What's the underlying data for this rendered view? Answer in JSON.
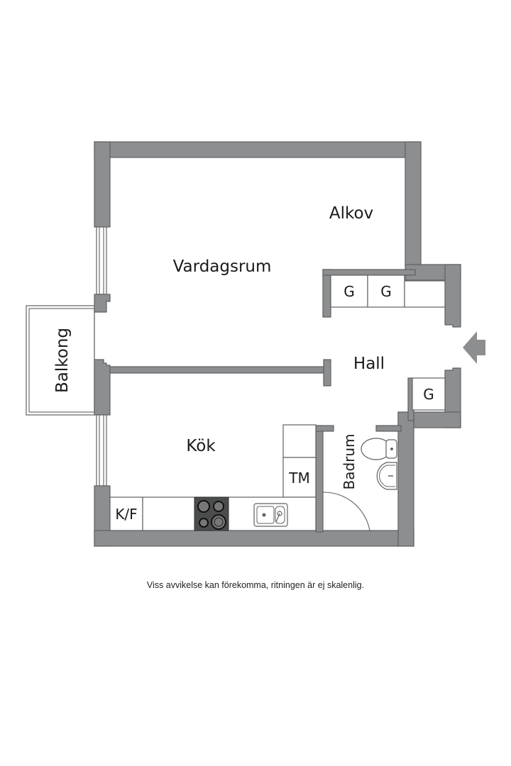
{
  "floorplan": {
    "colors": {
      "wall": "#8c8e8f",
      "wall_outline": "#5f6163",
      "floor": "#ffffff",
      "text": "#1a1a1a",
      "stove": "#4a4c4e"
    },
    "rooms": {
      "vardagsrum": "Vardagsrum",
      "alkov": "Alkov",
      "hall": "Hall",
      "kok": "Kök",
      "badrum": "Badrum",
      "balkong": "Balkong"
    },
    "fixtures": {
      "wardrobe_1": "G",
      "wardrobe_2": "G",
      "wardrobe_3": "G",
      "fridge_freezer": "K/F",
      "washing_machine": "TM"
    },
    "entrance_icon": "entrance-arrow-icon",
    "disclaimer": "Viss avvikelse kan förekomma, ritningen är ej skalenlig."
  }
}
